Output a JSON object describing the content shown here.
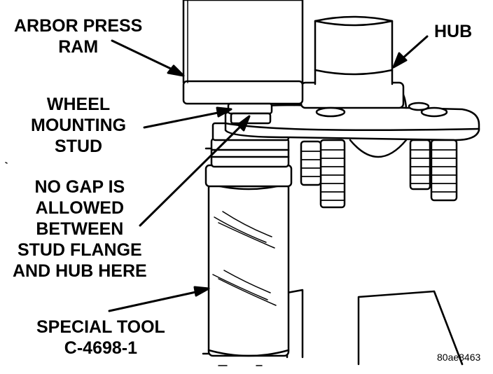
{
  "labels": {
    "arbor_press_ram": [
      "ARBOR PRESS",
      "RAM"
    ],
    "hub": "HUB",
    "wheel_mounting_stud": [
      "WHEEL",
      "MOUNTING",
      "STUD"
    ],
    "no_gap_note": [
      "NO GAP IS",
      "ALLOWED",
      "BETWEEN",
      "STUD FLANGE",
      "AND HUB HERE"
    ],
    "special_tool": [
      "SPECIAL TOOL",
      "C-4698-1"
    ]
  },
  "figure_id": "80ae8463",
  "colors": {
    "ink": "#000000",
    "paper": "#ffffff"
  }
}
